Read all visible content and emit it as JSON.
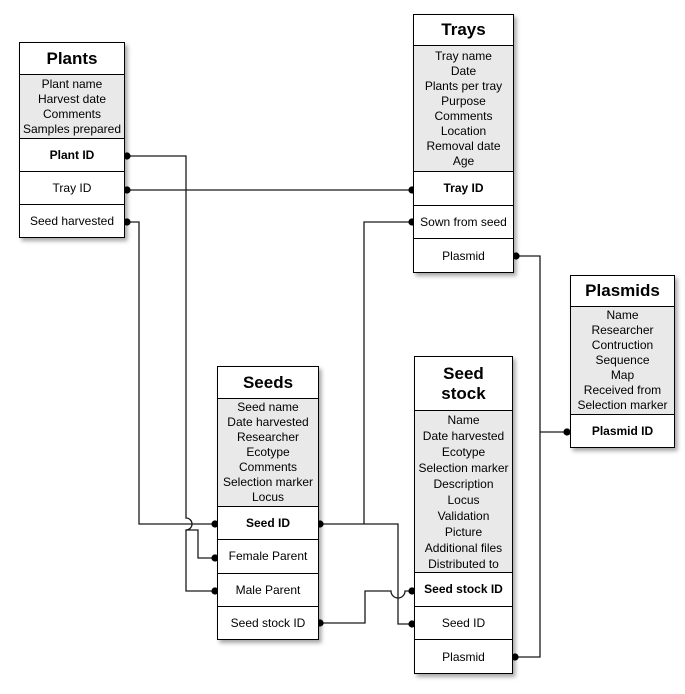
{
  "diagram_type": "entity-relationship-diagram",
  "colors": {
    "background": "#ffffff",
    "box_fill": "#ffffff",
    "attr_section_fill": "#e9e9e9",
    "border": "#000000",
    "line": "#1a1a1a",
    "dot": "#000000"
  },
  "tables": {
    "plants": {
      "title": "Plants",
      "attributes": [
        "Plant name",
        "Harvest date",
        "Comments",
        "Samples prepared"
      ],
      "keys": [
        {
          "label": "Plant ID",
          "primary": true
        },
        {
          "label": "Tray ID",
          "primary": false
        },
        {
          "label": "Seed harvested",
          "primary": false
        }
      ]
    },
    "trays": {
      "title": "Trays",
      "attributes": [
        "Tray name",
        "Date",
        "Plants per tray",
        "Purpose",
        "Comments",
        "Location",
        "Removal date",
        "Age"
      ],
      "keys": [
        {
          "label": "Tray ID",
          "primary": true
        },
        {
          "label": "Sown from seed",
          "primary": false
        },
        {
          "label": "Plasmid",
          "primary": false
        }
      ]
    },
    "plasmids": {
      "title": "Plasmids",
      "attributes": [
        "Name",
        "Researcher",
        "Contruction",
        "Sequence",
        "Map",
        "Received from",
        "Selection marker"
      ],
      "keys": [
        {
          "label": "Plasmid ID",
          "primary": true
        }
      ]
    },
    "seeds": {
      "title": "Seeds",
      "attributes": [
        "Seed name",
        "Date harvested",
        "Researcher",
        "Ecotype",
        "Comments",
        "Selection marker",
        "Locus"
      ],
      "keys": [
        {
          "label": "Seed ID",
          "primary": true
        },
        {
          "label": "Female Parent",
          "primary": false
        },
        {
          "label": "Male Parent",
          "primary": false
        },
        {
          "label": "Seed stock ID",
          "primary": false
        }
      ]
    },
    "seed_stock": {
      "title": "Seed stock",
      "attributes": [
        "Name",
        "Date harvested",
        "Ecotype",
        "Selection marker",
        "Description",
        "Locus",
        "Validation",
        "Picture",
        "Additional files",
        "Distributed to"
      ],
      "keys": [
        {
          "label": "Seed stock ID",
          "primary": true
        },
        {
          "label": "Seed ID",
          "primary": false
        },
        {
          "label": "Plasmid",
          "primary": false
        }
      ]
    }
  },
  "relationships": [
    {
      "from": "Plants.Tray ID",
      "to": "Trays.Tray ID"
    },
    {
      "from": "Plants.Plant ID",
      "to": "Seeds.Female Parent"
    },
    {
      "from": "Plants.Plant ID",
      "to": "Seeds.Male Parent"
    },
    {
      "from": "Plants.Seed harvested",
      "to": "Seeds.Seed ID"
    },
    {
      "from": "Trays.Sown from seed",
      "to": "Seeds.Seed ID"
    },
    {
      "from": "Trays.Plasmid",
      "to": "Plasmids.Plasmid ID"
    },
    {
      "from": "Seeds.Seed ID",
      "to": "Seed stock.Seed ID"
    },
    {
      "from": "Seeds.Seed stock ID",
      "to": "Seed stock.Seed stock ID"
    },
    {
      "from": "Seed stock.Plasmid",
      "to": "Plasmids.Plasmid ID"
    }
  ]
}
